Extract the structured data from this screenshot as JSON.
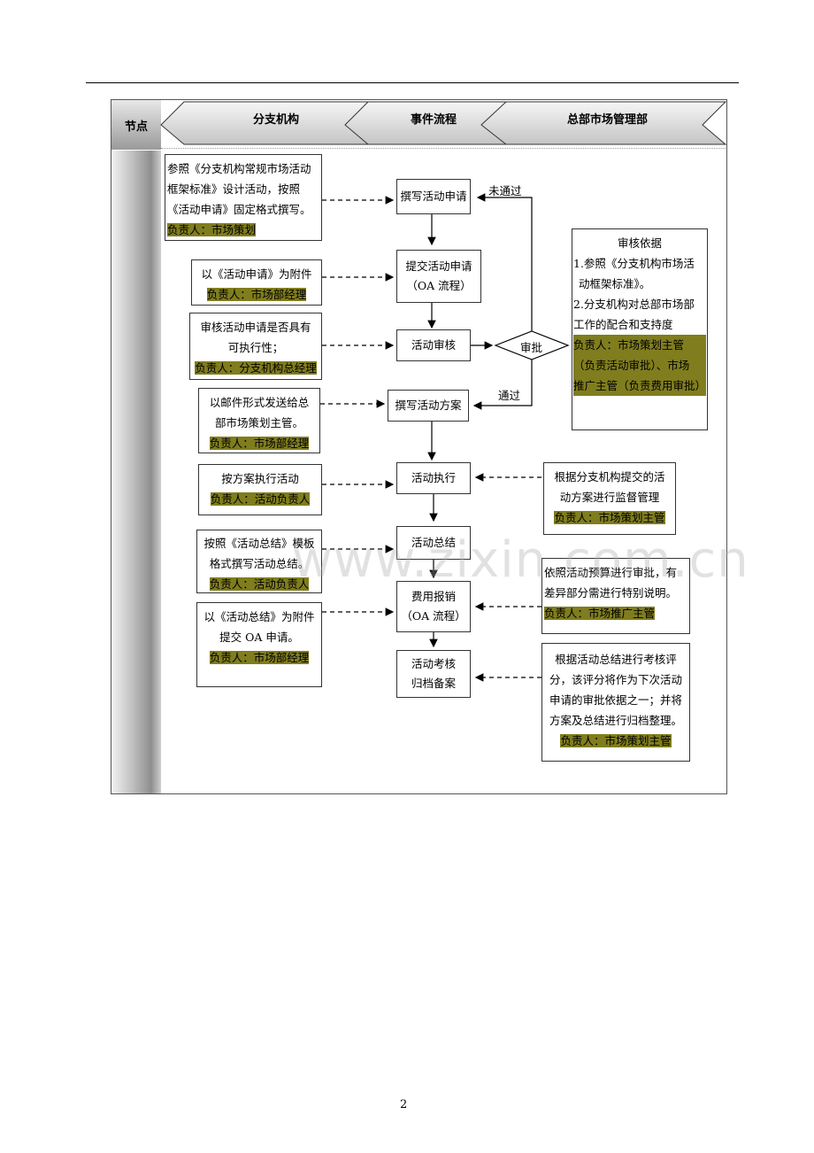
{
  "header": {
    "node": "节点",
    "lane1": "分支机构",
    "lane2": "事件流程",
    "lane3": "总部市场管理部"
  },
  "left_notes": [
    {
      "lines": [
        "参照《分支机构常规市场活动",
        "框架标准》设计活动，按照",
        "《活动申请》固定格式撰写。"
      ],
      "owner": "负责人：市场策划"
    },
    {
      "lines": [
        "以《活动申请》为附件"
      ],
      "owner": "负责人：市场部经理"
    },
    {
      "lines": [
        "审核活动申请是否具有",
        "可执行性；"
      ],
      "owner": "负责人：分支机构总经理"
    },
    {
      "lines": [
        "以邮件形式发送给总",
        "部市场策划主管。"
      ],
      "owner": "负责人：市场部经理"
    },
    {
      "lines": [
        "按方案执行活动"
      ],
      "owner": "负责人：活动负责人"
    },
    {
      "lines": [
        "按照《活动总结》模板",
        "格式撰写活动总结。"
      ],
      "owner": "负责人：活动负责人"
    },
    {
      "lines": [
        "以《活动总结》为附件",
        "提交 OA 申请。"
      ],
      "owner": "负责人：市场部经理"
    }
  ],
  "flow": {
    "s1": [
      "撰写活动申请"
    ],
    "s2": [
      "提交活动申请",
      "（OA 流程）"
    ],
    "s3": [
      "活动审核"
    ],
    "decision": "审批",
    "s4": [
      "撰写活动方案"
    ],
    "s5": [
      "活动执行"
    ],
    "s6": [
      "活动总结"
    ],
    "s7": [
      "费用报销",
      "（OA 流程）"
    ],
    "s8": [
      "活动考核",
      "归档备案"
    ],
    "not_pass": "未通过",
    "pass": "通过"
  },
  "right_notes": {
    "basis": {
      "title": "审核依据",
      "lines": [
        "1.参照《分支机构市场活",
        "动框架标准》。",
        "2.分支机构对总部市场部",
        "工作的配合和支持度"
      ],
      "owner_lines": [
        "负责人：市场策划主管",
        "（负责活动审批）、市场",
        "推广主管（负责费用审批）"
      ]
    },
    "supervise": {
      "lines": [
        "根据分支机构提交的活",
        "动方案进行监督管理"
      ],
      "owner": "负责人：市场策划主管"
    },
    "budget": {
      "lines": [
        "依照活动预算进行审批，有",
        "差异部分需进行特别说明。"
      ],
      "owner": "负责人：市场推广主管"
    },
    "assess": {
      "lines": [
        "根据活动总结进行考核评",
        "分，该评分将作为下次活动",
        "申请的审批依据之一；并将",
        "方案及总结进行归档整理。"
      ],
      "owner": "负责人：市场策划主管"
    }
  },
  "watermark": "www.zixin.com.cn",
  "page_number": "2"
}
